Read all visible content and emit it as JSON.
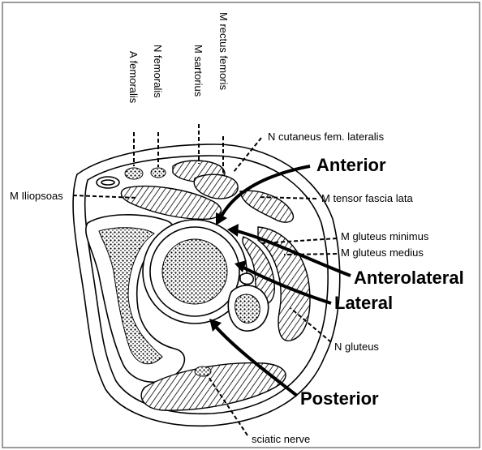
{
  "labels": {
    "a_femoralis": "A femoralis",
    "n_femoralis": "N femoralis",
    "m_sartorius": "M sartorius",
    "m_rectus_femoris": "M rectus femoris",
    "n_cutaneus": "N cutaneus fem. lateralis",
    "anterior": "Anterior",
    "m_iliopsoas": "M Iliopsoas",
    "m_tensor": "M tensor fascia lata",
    "m_gluteus_minimus": "M gluteus minimus",
    "m_gluteus_medius": "M gluteus medius",
    "anterolateral": "Anterolateral",
    "lateral": "Lateral",
    "n_gluteus": "N gluteus",
    "posterior": "Posterior",
    "sciatic_nerve": "sciatic nerve"
  },
  "colors": {
    "ink": "#000000",
    "background": "#ffffff",
    "frame": "#7a7a7a"
  }
}
